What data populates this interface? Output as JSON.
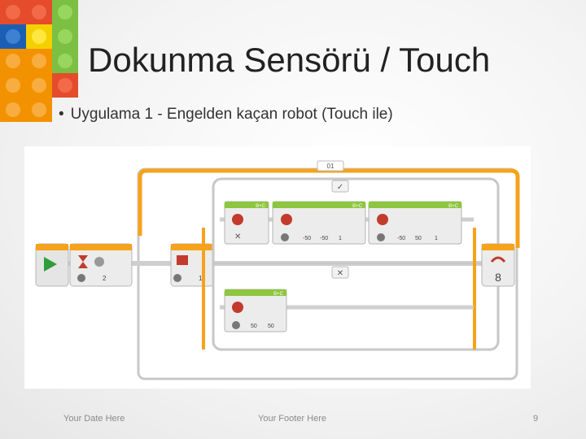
{
  "slide": {
    "title": "Dokunma Sensörü / Touch",
    "bullet": "Uygulama 1 - Engelden kaçan robot (Touch ile)",
    "footer_date": "Your Date Here",
    "footer_text": "Your Footer Here",
    "page_number": "9"
  },
  "program": {
    "loop_label": "01",
    "loop_end_label": "8",
    "touch_wait_value": "2",
    "switch_mode_value": "1",
    "move_block_1_label": "B+C",
    "move_block_2_label": "B+C",
    "move_block_3_label": "B+C",
    "move_block_4_label": "B+C",
    "case_true_label": "✓",
    "case_false_label": "✕",
    "block2_values": [
      "-50",
      "-50",
      "1"
    ],
    "block3_values": [
      "-50",
      "50",
      "1"
    ],
    "block4_values": [
      "50",
      "50"
    ],
    "accent_color": "#f7a21b",
    "move_color": "#8dc63f",
    "flow_color": "#f7a21b"
  }
}
